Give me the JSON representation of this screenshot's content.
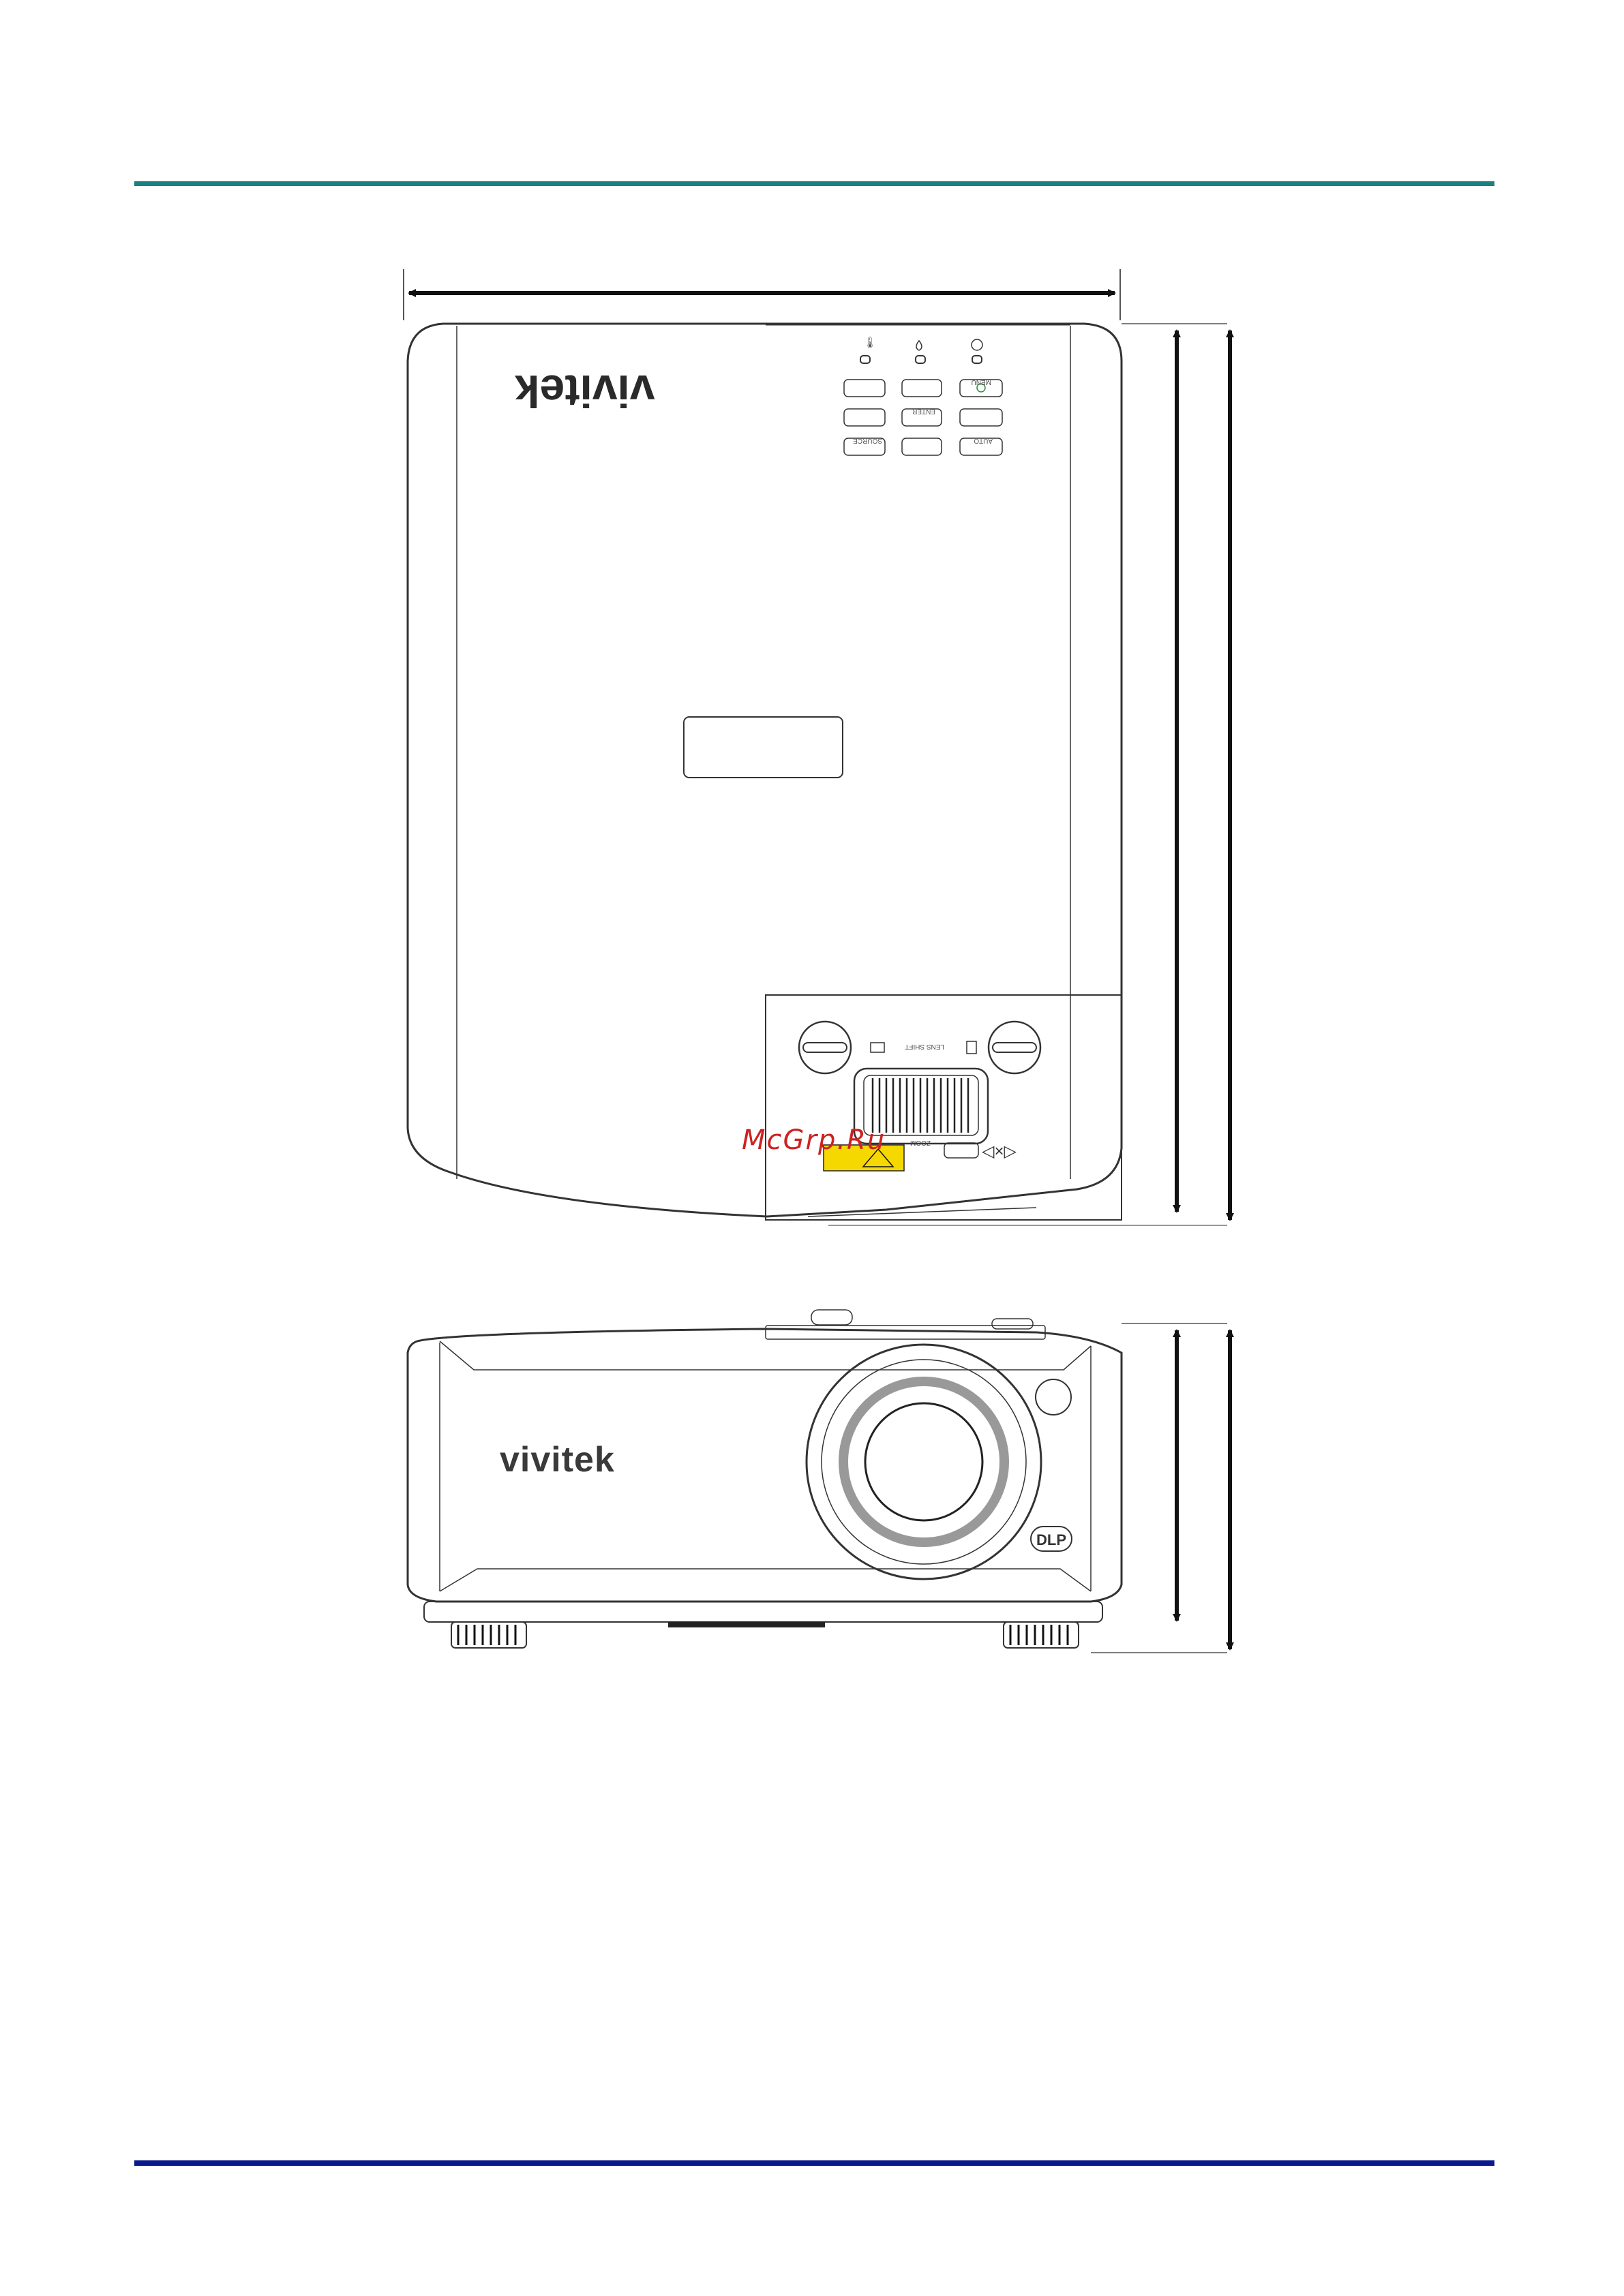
{
  "page": {
    "header_rule_color": "#1a8080",
    "footer_rule_color": "#0a1a8c"
  },
  "top_view": {
    "brand": "vivitek",
    "buttons": [
      "MENU",
      "ENTER",
      "SOURCE",
      "AUTO"
    ],
    "panel_labels": [
      "LENS SHIFT",
      "ZOOM"
    ]
  },
  "front_view": {
    "brand": "vivitek",
    "dlp_logo": "DLP"
  },
  "watermark": {
    "text": "McGrp.Ru",
    "color": "#cc2222"
  }
}
